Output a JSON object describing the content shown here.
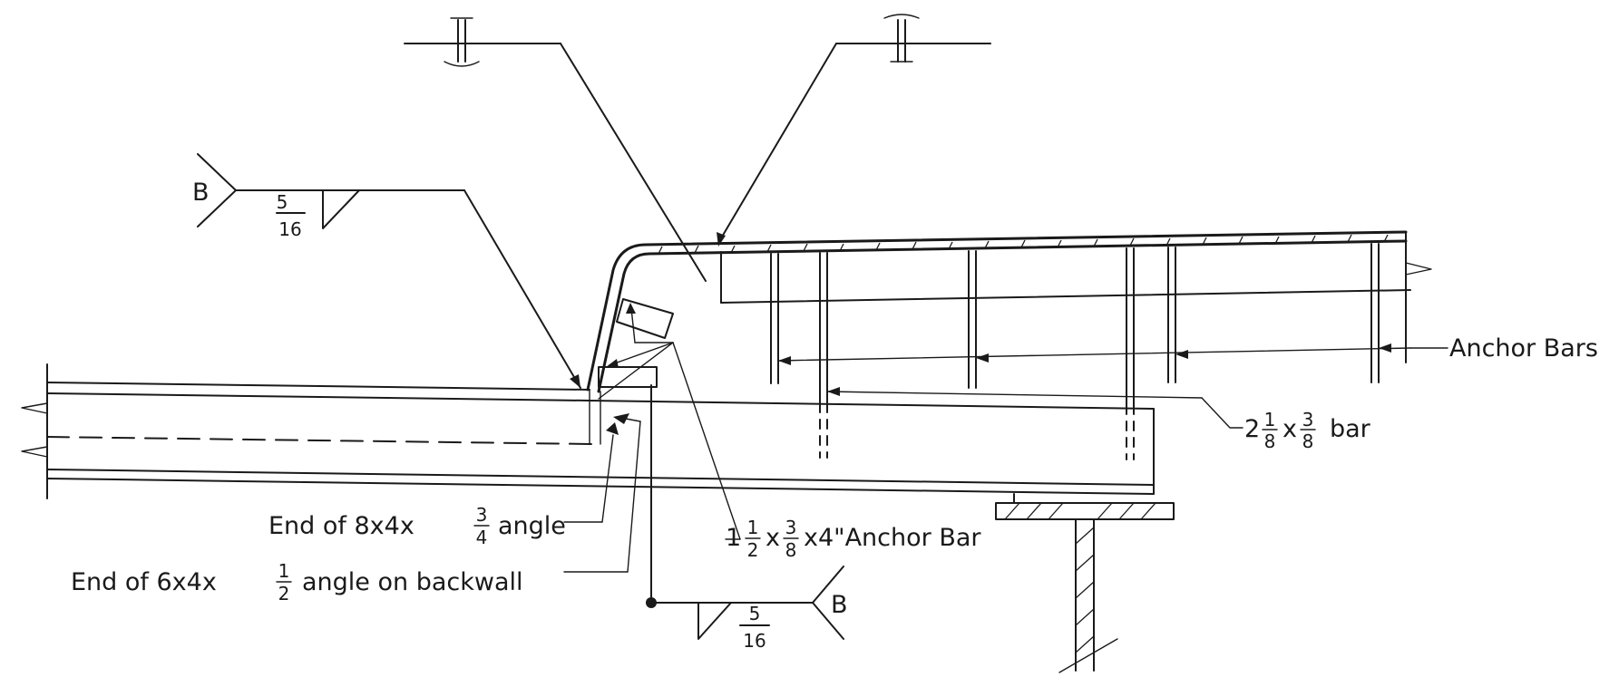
{
  "labels": {
    "weld_ref_left": "B",
    "weld_ref_right": "B",
    "weld_size_left": {
      "num": "5",
      "den": "16"
    },
    "weld_size_right": {
      "num": "5",
      "den": "16"
    },
    "anchor_bars": "Anchor Bars",
    "bar_size": {
      "whole": "2",
      "num": "1",
      "den": "8",
      "mid": "x",
      "num2": "3",
      "den2": "8",
      "tail": "bar"
    },
    "end_angle_8x4": {
      "prefix": "End of 8x4x",
      "num": "3",
      "den": "4",
      "suffix": "angle"
    },
    "end_angle_6x4": {
      "prefix": "End of 6x4x",
      "num": "1",
      "den": "2",
      "suffix": "angle on backwall"
    },
    "anchor_bar_small": {
      "whole": "1",
      "num": "1",
      "den": "2",
      "mid": "x",
      "num2": "3",
      "den2": "8",
      "tail": "x4\"Anchor Bar"
    }
  }
}
